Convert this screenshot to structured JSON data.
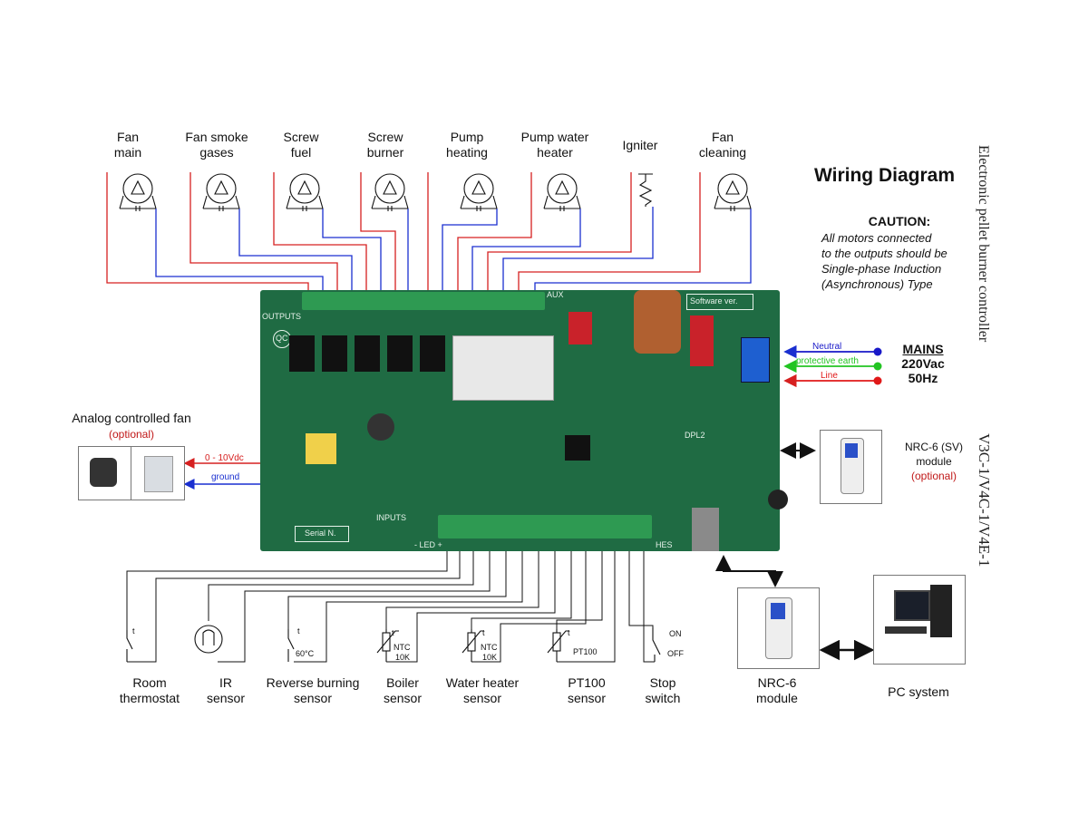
{
  "title": "Wiring Diagram",
  "caution": {
    "heading": "CAUTION:",
    "lines": [
      "All motors connected",
      "to the outputs should be",
      "Single-phase Induction",
      "(Asynchronous) Type"
    ]
  },
  "vertical_labels": {
    "product": "Electronic pellet burner controller",
    "versions": "V3C-1/V4C-1/V4E-1"
  },
  "outputs": [
    {
      "line1": "Fan",
      "line2": "main"
    },
    {
      "line1": "Fan smoke",
      "line2": "gases"
    },
    {
      "line1": "Screw",
      "line2": "fuel"
    },
    {
      "line1": "Screw",
      "line2": "burner"
    },
    {
      "line1": "Pump",
      "line2": "heating"
    },
    {
      "line1": "Pump water",
      "line2": "heater"
    },
    {
      "line1": "Igniter",
      "line2": ""
    },
    {
      "line1": "Fan",
      "line2": "cleaning"
    }
  ],
  "mains": {
    "title": "MAINS",
    "voltage": "220Vac",
    "frequency": "50Hz",
    "neutral": "Neutral",
    "earth": "protective earth",
    "line": "Line",
    "colors": {
      "neutral": "#1818c8",
      "earth": "#22c422",
      "line": "#e01818"
    }
  },
  "analog_fan": {
    "title": "Analog controlled fan",
    "optional": "(optional)",
    "signal": "0 - 10Vdc",
    "ground": "ground"
  },
  "nrc6_sv": {
    "line1": "NRC-6 (SV)",
    "line2": "module",
    "optional": "(optional)"
  },
  "nrc6": {
    "line1": "NRC-6",
    "line2": "module"
  },
  "pc": {
    "label": "PC system"
  },
  "inputs": [
    {
      "line1": "Room",
      "line2": "thermostat",
      "symbol": "t"
    },
    {
      "line1": "IR",
      "line2": "sensor",
      "symbol": ""
    },
    {
      "line1": "Reverse burning",
      "line2": "sensor",
      "symbol": "t",
      "note": "60°C"
    },
    {
      "line1": "Boiler",
      "line2": "sensor",
      "symbol": "t",
      "note1": "NTC",
      "note2": "10K"
    },
    {
      "line1": "Water heater",
      "line2": "sensor",
      "symbol": "t",
      "note1": "NTC",
      "note2": "10K"
    },
    {
      "line1": "PT100",
      "line2": "sensor",
      "symbol": "t",
      "note": "PT100"
    },
    {
      "line1": "Stop",
      "line2": "switch",
      "on": "ON",
      "off": "OFF"
    }
  ],
  "pcb": {
    "outputs": "OUTPUTS",
    "inputs": "INPUTS",
    "aux": "AUX",
    "software": "Software ver.",
    "serial": "Serial N.",
    "qc": "QC",
    "dpl2": "DPL2",
    "led": "- LED +",
    "hes": "HES",
    "board_color": "#1f6b43"
  },
  "colors": {
    "red_wire": "#d62020",
    "blue_wire": "#1a2fd0",
    "black_wire": "#111111"
  }
}
